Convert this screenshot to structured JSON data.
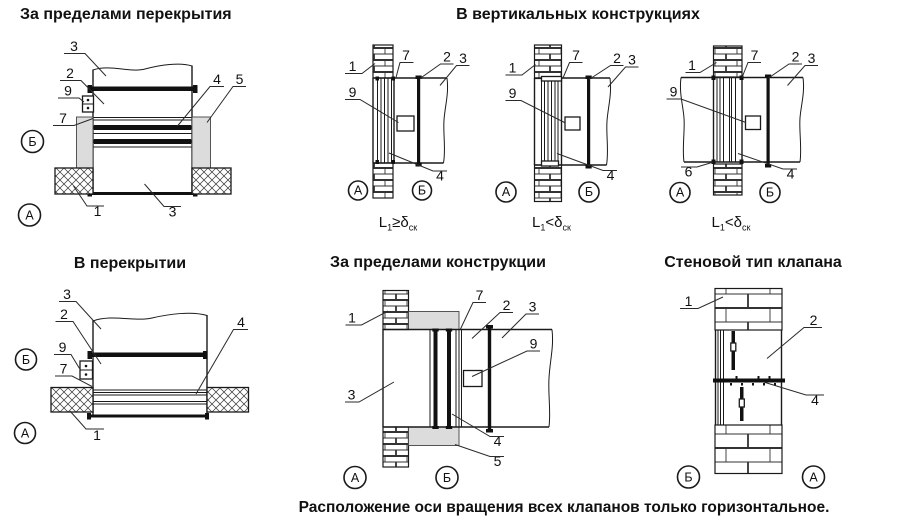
{
  "caption": "Расположение оси вращения всех клапанов только горизонтальное.",
  "panels": {
    "beyond_slab": {
      "title": "За пределами перекрытия",
      "callouts": {
        "duct_top": "3",
        "casing": "2",
        "actuator": "9",
        "frame": "7",
        "blade": "4",
        "grout": "5",
        "slab": "1",
        "duct_bottom": "3"
      },
      "axis_top": "Б",
      "axis_bottom": "А"
    },
    "vertical": {
      "title": "В вертикальных конструкциях",
      "sub1": {
        "callouts": {
          "wall": "1",
          "frame": "7",
          "blade": "2",
          "duct": "3",
          "actuator": "9",
          "valve": "4"
        },
        "axis_left": "А",
        "axis_right": "Б",
        "formula": {
          "l": "L",
          "lsub": "1",
          "op": "≥",
          "d": "δ",
          "dsub": "ск"
        }
      },
      "sub2": {
        "callouts": {
          "wall": "1",
          "frame": "7",
          "blade": "2",
          "duct": "3",
          "actuator": "9",
          "valve": "4"
        },
        "axis_left": "А",
        "axis_right": "Б",
        "formula": {
          "l": "L",
          "lsub": "1",
          "op": "<",
          "d": "δ",
          "dsub": "ск"
        }
      },
      "sub3": {
        "callouts": {
          "wall": "1",
          "frame": "7",
          "blade": "2",
          "duct": "3",
          "actuator": "9",
          "extension": "6",
          "valve": "4"
        },
        "axis_left": "А",
        "axis_right": "Б",
        "formula": {
          "l": "L",
          "lsub": "1",
          "op": "<",
          "d": "δ",
          "dsub": "ск"
        }
      }
    },
    "in_slab": {
      "title": "В перекрытии",
      "callouts": {
        "duct": "3",
        "casing": "2",
        "actuator": "9",
        "frame": "7",
        "valve": "4",
        "slab": "1"
      },
      "axis_top": "Б",
      "axis_bottom": "А"
    },
    "beyond_wall": {
      "title": "За пределами конструкции",
      "callouts": {
        "wall": "1",
        "frame": "7",
        "casing": "2",
        "duct_right": "3",
        "actuator": "9",
        "duct_left": "3",
        "valve": "4",
        "grout": "5"
      },
      "axis_left": "А",
      "axis_right": "Б"
    },
    "wall_type": {
      "title": "Стеновой тип клапана",
      "callouts": {
        "wall": "1",
        "body": "2",
        "blade": "4"
      },
      "axis_left": "Б",
      "axis_right": "А"
    }
  }
}
